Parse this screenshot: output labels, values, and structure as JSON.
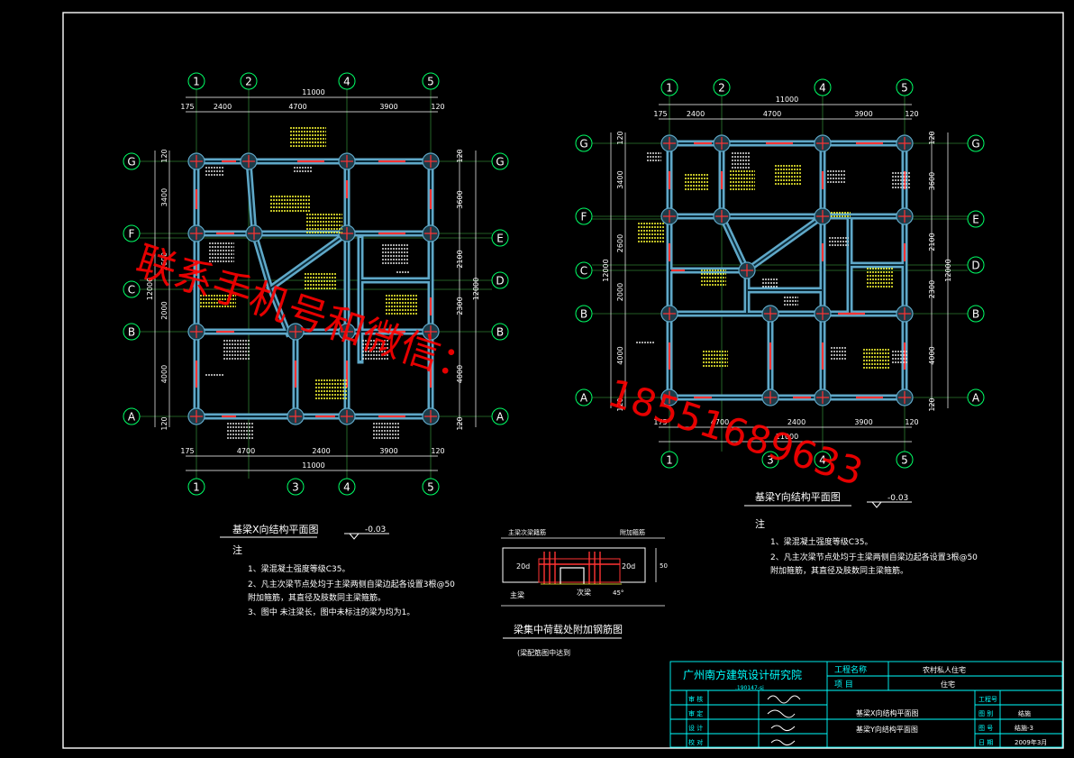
{
  "colors": {
    "background": "#000000",
    "frame": "#ffffff",
    "axis_line": "#2e7d32",
    "axis_bubble": "#00ff66",
    "beam": "#5fa8c8",
    "rebar": "#ff3333",
    "dimension": "#ffffff",
    "annotation": "#ffff33",
    "title_block": "#00ffff",
    "watermark": "#ff0000"
  },
  "watermark": {
    "line1": "联系手机号和微信：",
    "line2": "18551689633"
  },
  "plan_x": {
    "title": "基梁X向结构平面图",
    "level": "-0.03",
    "axes_top": [
      "1",
      "2",
      "4",
      "5"
    ],
    "axes_bottom": [
      "1",
      "3",
      "4",
      "5"
    ],
    "axes_left": [
      "G",
      "F",
      "C",
      "B",
      "A"
    ],
    "axes_right": [
      "G",
      "E",
      "D",
      "B",
      "A"
    ],
    "dim_total_top": "11000",
    "dims_top": [
      "175",
      "2400",
      "4700",
      "3900",
      "120"
    ],
    "dims_bottom": [
      "175",
      "4700",
      "2400",
      "3900",
      "120"
    ],
    "dim_total_bottom": "11000",
    "dims_left": [
      "120",
      "3400",
      "2600",
      "2000",
      "4000",
      "120"
    ],
    "dim_total_left": "12000",
    "dims_right": [
      "120",
      "3600",
      "2100",
      "2300",
      "4000",
      "120"
    ],
    "dim_total_right": "12000",
    "notes_heading": "注",
    "notes": [
      "1、梁混凝土强度等级C35。",
      "2、凡主次梁节点处均于主梁两侧自梁边起各设置3根@50",
      "    附加箍筋，其直径及肢数同主梁箍筋。",
      "3、图中  未注梁长，图中未标注的梁为均为1。"
    ]
  },
  "plan_y": {
    "title": "基梁Y向结构平面图",
    "level": "-0.03",
    "axes_top": [
      "1",
      "2",
      "4",
      "5"
    ],
    "axes_bottom": [
      "1",
      "3",
      "4",
      "5"
    ],
    "axes_left": [
      "G",
      "F",
      "C",
      "B",
      "A"
    ],
    "axes_right": [
      "G",
      "E",
      "D",
      "B",
      "A"
    ],
    "dim_total_top": "11000",
    "dims_top": [
      "175",
      "2400",
      "4700",
      "3900",
      "120"
    ],
    "dims_bottom": [
      "175",
      "4700",
      "2400",
      "3900",
      "120"
    ],
    "dim_total_bottom": "11000",
    "dims_left": [
      "120",
      "3400",
      "2600",
      "2000",
      "4000",
      "120"
    ],
    "dim_total_left": "12000",
    "dims_right": [
      "120",
      "3600",
      "2100",
      "2300",
      "4000",
      "120"
    ],
    "dim_total_right": "12000",
    "notes_heading": "注",
    "notes": [
      "1、梁混凝土强度等级C35。",
      "2、凡主次梁节点处均于主梁两侧自梁边起各设置3根@50",
      "    附加箍筋，其直径及肢数同主梁箍筋。"
    ]
  },
  "detail": {
    "title": "梁集中荷载处附加钢筋图",
    "subtitle": "(梁配筋图中达到",
    "label_main": "主梁",
    "label_secondary": "次梁",
    "label_extra": "附加箍筋",
    "label_top": "主梁次梁籍筋",
    "dim_left": "20d",
    "dim_right": "20d",
    "dim_50": "50",
    "angle": "45°"
  },
  "title_block": {
    "institute": "广州南方建筑设计研究院",
    "project_label": "工程名称",
    "project_value": "农村私人住宅",
    "item_label": "项  目",
    "item_value": "住宅",
    "drawing_names": [
      "基梁X向结构平面图",
      "基梁Y向结构平面图"
    ],
    "roles": [
      "审  核",
      "审  定",
      "设  计",
      "校  对"
    ],
    "right_labels": [
      "工程号",
      "图  别",
      "图  号",
      "日  期"
    ],
    "right_values": [
      "",
      "结施",
      "结施-3",
      "2009年3月"
    ],
    "cert_no": ".190147-sj"
  }
}
